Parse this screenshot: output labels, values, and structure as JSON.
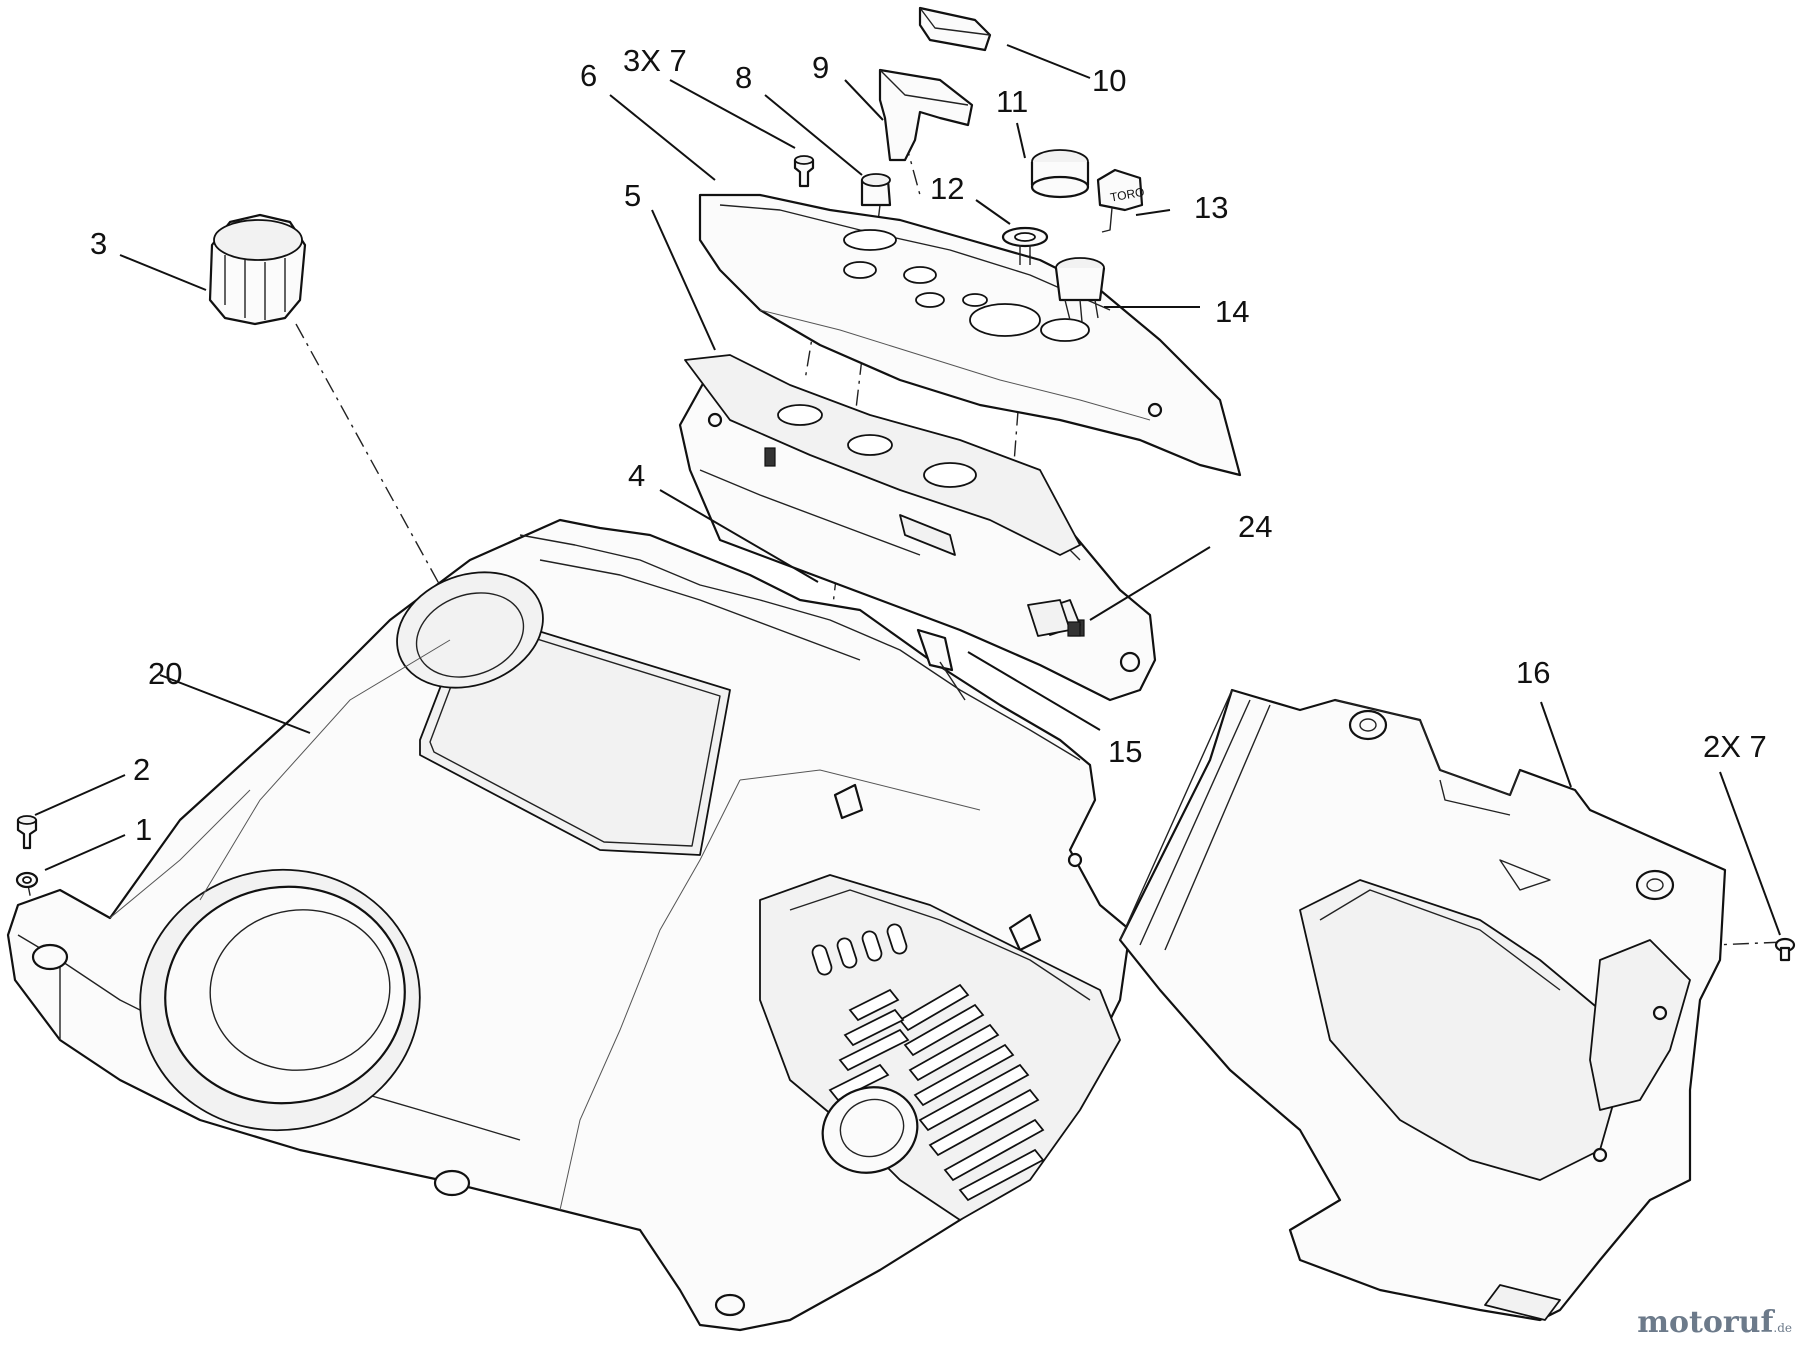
{
  "diagram": {
    "callouts": {
      "c1": "1",
      "c2": "2",
      "c3": "3",
      "c4": "4",
      "c5": "5",
      "c6": "6",
      "c3x7": "3X 7",
      "c8": "8",
      "c9": "9",
      "c10": "10",
      "c11": "11",
      "c12": "12",
      "c13": "13",
      "c14": "14",
      "c15": "15",
      "c16": "16",
      "c20": "20",
      "c24": "24",
      "c2x7": "2X 7"
    },
    "key_text": "TORO",
    "watermark": {
      "brand": "motoruf",
      "suffix": ".de"
    },
    "colors": {
      "line": "#111111",
      "background": "#ffffff",
      "watermark": "#6c7a8a"
    }
  }
}
